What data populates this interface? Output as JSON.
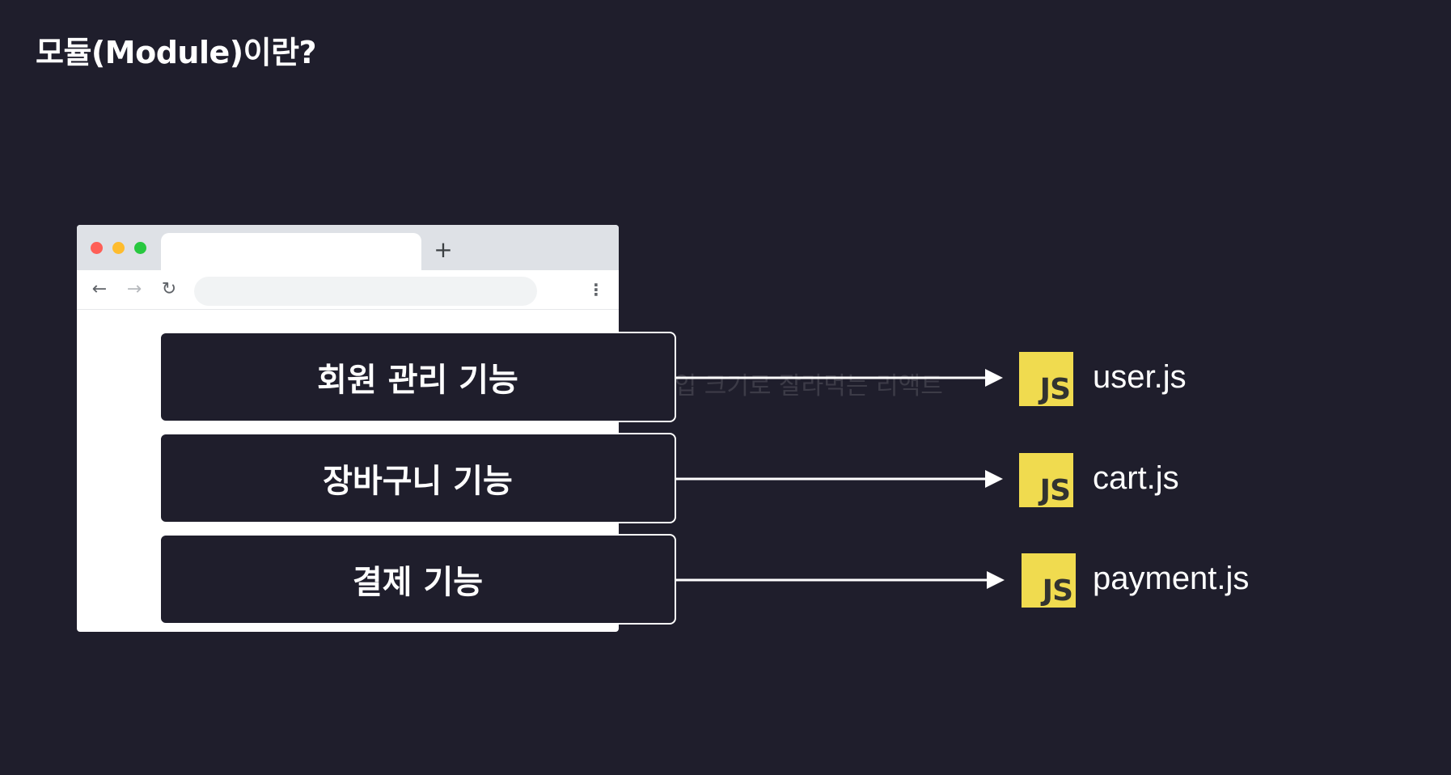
{
  "page": {
    "title": "모듈(Module)이란?"
  },
  "browser": {
    "new_tab_symbol": "+",
    "back_symbol": "←",
    "forward_symbol": "→",
    "reload_symbol": "↻",
    "menu_symbol": "⋮"
  },
  "features": [
    {
      "label": "회원 관리 기능"
    },
    {
      "label": "장바구니 기능"
    },
    {
      "label": "결제 기능"
    }
  ],
  "files": [
    {
      "icon_text": "JS",
      "name": "user.js"
    },
    {
      "icon_text": "JS",
      "name": "cart.js"
    },
    {
      "icon_text": "JS",
      "name": "payment.js"
    }
  ],
  "watermark": "@한입 크기로 잘라먹는 리액트",
  "colors": {
    "background": "#1f1e2c",
    "js_yellow": "#f0db4f",
    "js_text": "#323330"
  }
}
